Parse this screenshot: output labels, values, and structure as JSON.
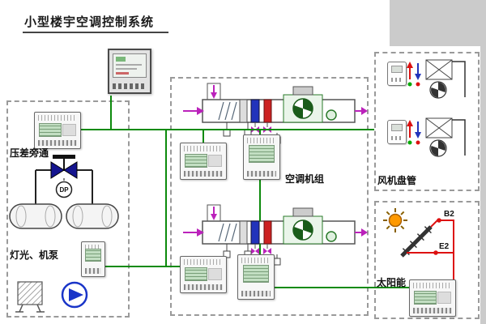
{
  "title": "小型楼宇空调控制系统",
  "sections": {
    "pressure_bypass": {
      "label": "压差旁通",
      "dp_sensor": "DP"
    },
    "lighting_pump": {
      "label": "灯光、机泵"
    },
    "ahu": {
      "label": "空调机组"
    },
    "fan_coil": {
      "label": "风机盘管"
    },
    "solar": {
      "label": "太阳能",
      "point_b2": "B2",
      "point_e2": "E2"
    }
  },
  "icons": {
    "hmi": "touch-panel-icon",
    "controller": "ddc-controller-icon",
    "valve": "bypass-valve-icon",
    "dp": "dp-sensor-icon",
    "headers": "pipe-header-icon",
    "light": "light-fixture-icon",
    "pump": "pump-icon",
    "ahu_unit": "air-handling-unit-icon",
    "thermostat": "thermostat-icon",
    "fan_coil_unit": "fan-coil-unit-icon",
    "sun": "sun-icon",
    "collector": "solar-collector-icon"
  },
  "colors": {
    "connection_line": "#0c8a0c",
    "hot": "#cc2222",
    "cold": "#2233bb",
    "airflow": "#bb22bb",
    "fan_green": "#1a5c1a",
    "pump_blue": "#1a35c8",
    "sun_orange": "#ff9900",
    "box_border": "#9a9a9a"
  }
}
